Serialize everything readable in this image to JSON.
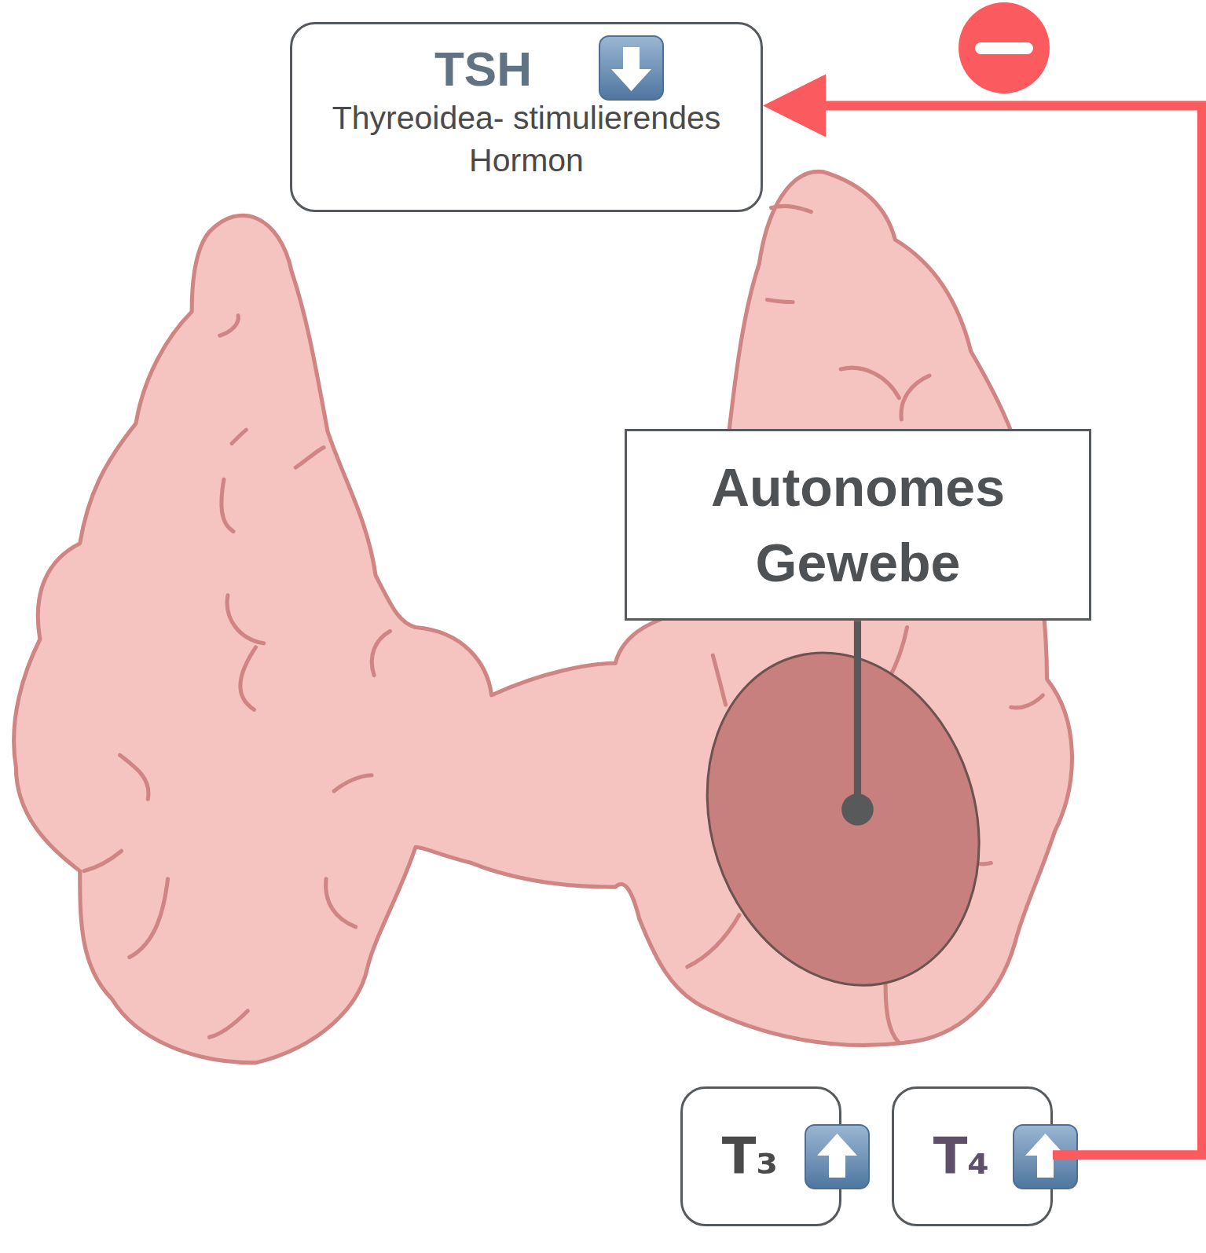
{
  "diagram": {
    "nodes": [
      {
        "text": [
          "TSH",
          "Thyreoidea- stimulierendes Hormon"
        ]
      },
      {
        "text": [
          "Autonomes Gewebe"
        ]
      },
      {
        "text": [
          "T₃"
        ]
      },
      {
        "text": [
          "T₄"
        ]
      }
    ],
    "edges": [
      {
        "from": 3,
        "to": 0,
        "arrow": "to"
      }
    ]
  }
}
